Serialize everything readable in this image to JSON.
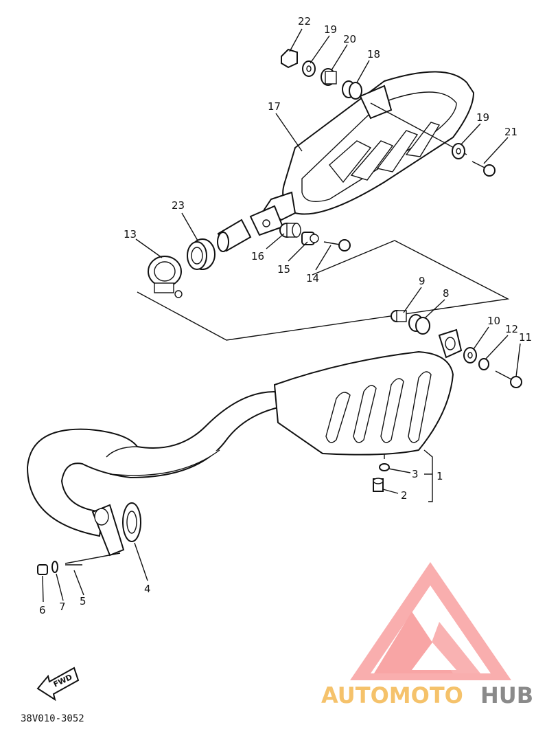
{
  "callouts": {
    "p1": "1",
    "p2": "2",
    "p3": "3",
    "p4": "4",
    "p5": "5",
    "p6": "6",
    "p7": "7",
    "p8": "8",
    "p9": "9",
    "p10": "10",
    "p11": "11",
    "p12": "12",
    "p13": "13",
    "p14": "14",
    "p15": "15",
    "p16": "16",
    "p17": "17",
    "p18": "18",
    "p19a": "19",
    "p19b": "19",
    "p20": "20",
    "p21": "21",
    "p22": "22",
    "p23": "23"
  },
  "arrow_label": "FWD",
  "drawing_code": "38V010-3052",
  "watermark": {
    "brand_part1": "AUTOMOTO",
    "brand_part2": "HUB",
    "colors": {
      "accent": "#f59e9e",
      "orange": "#f5c26b",
      "gray": "#8a8a8a"
    }
  }
}
